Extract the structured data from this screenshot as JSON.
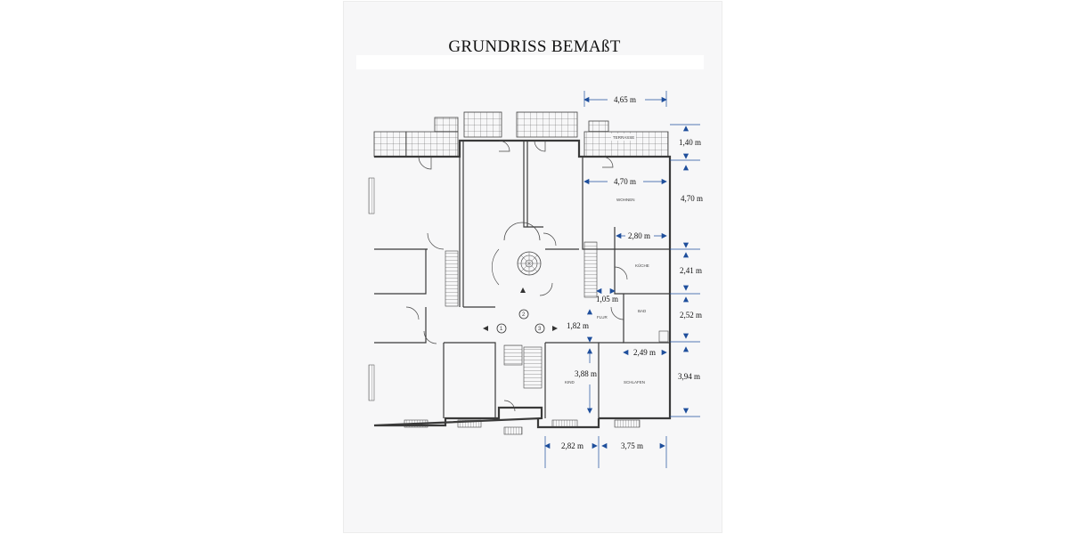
{
  "title": "GRUNDRISS BEMAßT",
  "dimensions": {
    "top_width": "4,65 m",
    "terrace_depth": "1,40 m",
    "wohnen_width": "4,70 m",
    "wohnen_depth": "4,70 m",
    "kueche_width": "2,80 m",
    "kueche_depth": "2,41 m",
    "flur_width": "1,05 m",
    "bad_depth": "2,52 m",
    "flur_depth": "1,82 m",
    "schlafen_width": "2,49 m",
    "kind_depth": "3,88 m",
    "schlafen_depth": "3,94 m",
    "kind_width": "2,82 m",
    "schlafen_bottom_width": "3,75 m"
  },
  "rooms": {
    "terrasse": "TERRASSE",
    "wohnen": "WOHNEN",
    "kueche": "KÜCHE",
    "bad": "BAD",
    "flur": "FLUR",
    "kind": "KIND",
    "schlafen": "SCHLAFEN"
  },
  "stair_markers": [
    "1",
    "2",
    "3"
  ],
  "colors": {
    "dimension_line": "#1f4f9c",
    "wall": "#3a3a3a",
    "paper": "#f7f7f8"
  }
}
